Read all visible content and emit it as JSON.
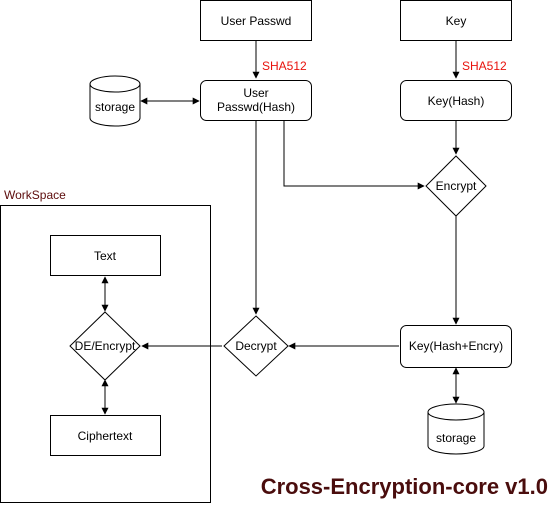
{
  "colors": {
    "stroke": "#000000",
    "fill": "#ffffff",
    "hash_label": "#e8120c",
    "workspace_label": "#5c0b0b",
    "title": "#4a0d0d"
  },
  "workspace": {
    "label": "WorkSpace"
  },
  "nodes": {
    "user_passwd": "User Passwd",
    "key": "Key",
    "user_passwd_hash_line1": "User",
    "user_passwd_hash_line2": "Passwd(Hash)",
    "key_hash": "Key(Hash)",
    "storage_top": "storage",
    "storage_bottom": "storage",
    "encrypt": "Encrypt",
    "decrypt": "Decrypt",
    "key_hash_encry": "Key(Hash+Encry)",
    "text": "Text",
    "de_encrypt": "DE/Encrypt",
    "ciphertext": "Ciphertext"
  },
  "edges": {
    "sha_left": "SHA512",
    "sha_right": "SHA512"
  },
  "title": "Cross-Encryption-core v1.0"
}
